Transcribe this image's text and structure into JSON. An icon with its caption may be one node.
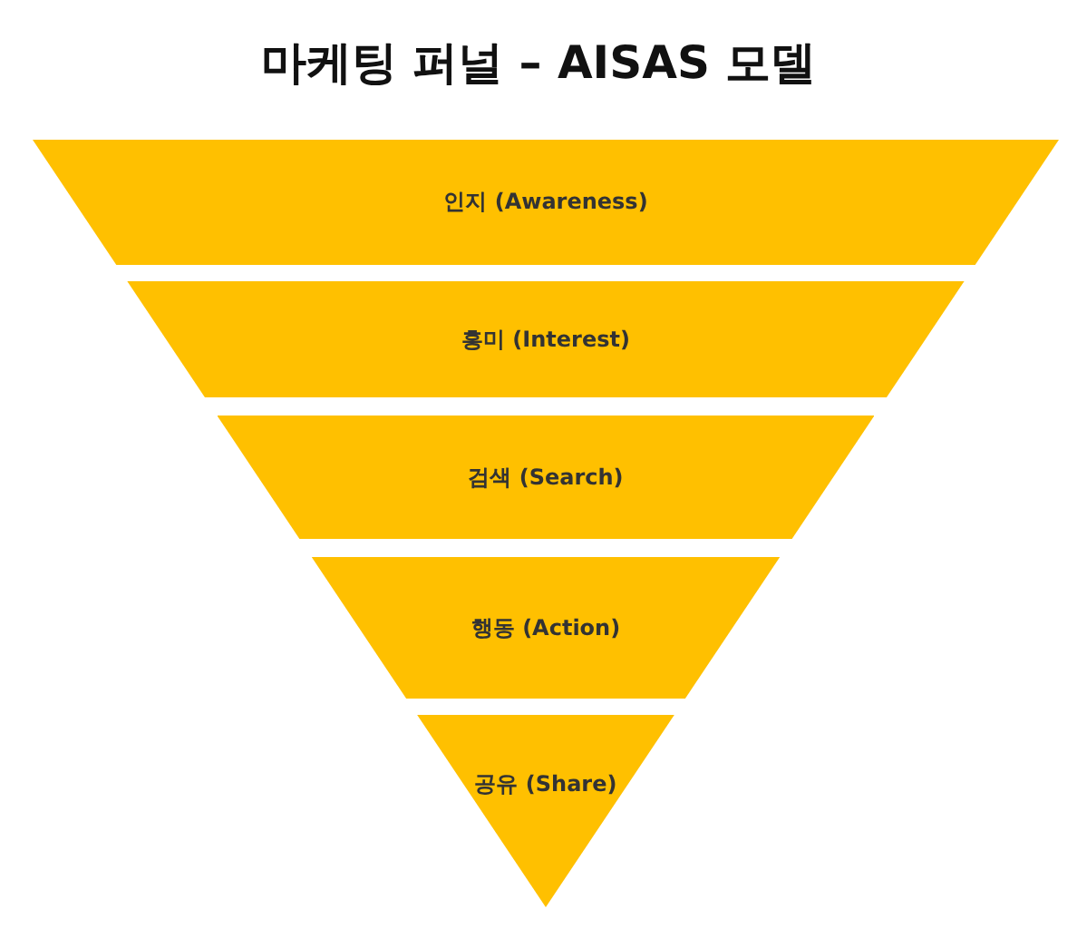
{
  "diagram": {
    "title": "마케팅 퍼널 – AISAS 모델",
    "nodes": [
      {
        "text": [
          "인지 (Awareness)"
        ]
      },
      {
        "text": [
          "흥미 (Interest)"
        ]
      },
      {
        "text": [
          "검색 (Search)"
        ]
      },
      {
        "text": [
          "행동 (Action)"
        ]
      },
      {
        "text": [
          "공유 (Share)"
        ]
      }
    ]
  }
}
